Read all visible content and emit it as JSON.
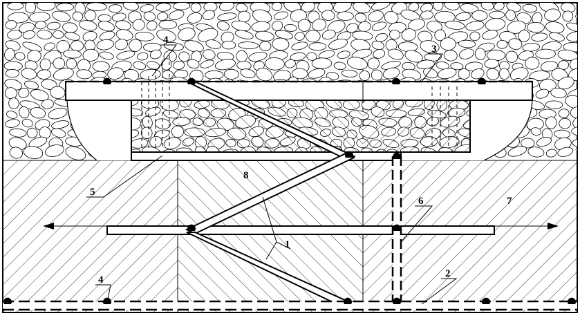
{
  "labels": {
    "l1": "1",
    "l2": "2",
    "l3": "3",
    "l4_top": "4",
    "l4_bottom": "4",
    "l5": "5",
    "l6": "6",
    "l7": "7",
    "l8": "8"
  },
  "colors": {
    "ink": "#000000",
    "background": "#ffffff"
  }
}
